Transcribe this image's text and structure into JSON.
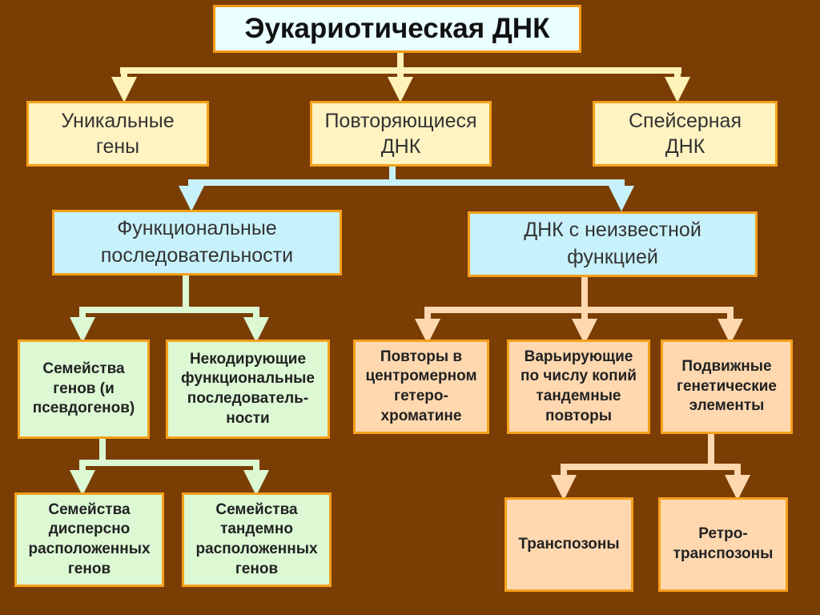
{
  "title": "Эукариотическая ДНК",
  "level1": {
    "unique": "Уникальные\nгены",
    "repetitive": "Повторяющиеся\nДНК",
    "spacer": "Спейсерная\nДНК"
  },
  "level2": {
    "functional": "Функциональные\nпоследовательности",
    "unknown": "ДНК с неизвестной\nфункцией"
  },
  "level3": {
    "gene_families": "Семейства\nгенов (и\nпсевдогенов)",
    "noncoding": "Некодирующие\nфункциональные\nпоследователь-\nности",
    "centromeric": "Повторы в\nцентромерном\nгетеро-\nхроматине",
    "copy_number": "Варьирующие\nпо числу копий\nтандемные\nповторы",
    "mobile": "Подвижные\nгенетические\nэлементы"
  },
  "level4": {
    "dispersed": "Семейства\nдисперсно\nрасположенных\nгенов",
    "tandem": "Семейства\nтандемно\nрасположенных\nгенов",
    "transposons": "Транспозоны",
    "retrotransposons": "Ретро-\nтранспозоны"
  },
  "colors": {
    "background": "#7a3e05",
    "connector_top": "#fff2b8",
    "connector_blue": "#c8f2fb",
    "connector_green": "#dcf9d4",
    "connector_peach": "#ffd8b0",
    "box_border": "#f5a11c"
  }
}
